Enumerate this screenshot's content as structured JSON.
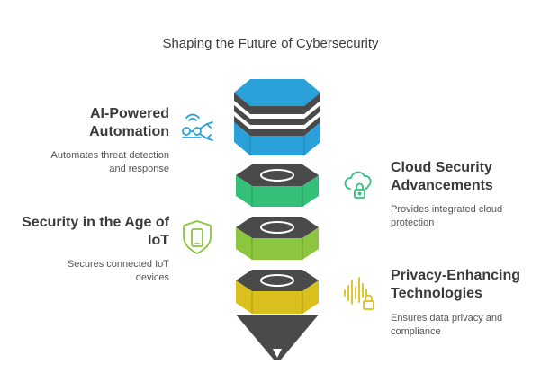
{
  "title": "Shaping the Future of Cybersecurity",
  "items": [
    {
      "heading_line1": "AI-Powered",
      "heading_line2": "Automation",
      "desc_line1": "Automates threat detection",
      "desc_line2": "and response",
      "icon": "robot-arm-icon",
      "color": "#2aa1d8"
    },
    {
      "heading_line1": "Cloud Security",
      "heading_line2": "Advancements",
      "desc_line1": "Provides integrated cloud",
      "desc_line2": "protection",
      "icon": "cloud-lock-icon",
      "color": "#35c07a"
    },
    {
      "heading_line1": "Security in the Age of",
      "heading_line2": "IoT",
      "desc_line1": "Secures connected IoT",
      "desc_line2": "devices",
      "icon": "smartphone-shield-icon",
      "color": "#8cc63f"
    },
    {
      "heading_line1": "Privacy-Enhancing",
      "heading_line2": "Technologies",
      "desc_line1": "Ensures data privacy and",
      "desc_line2": "compliance",
      "icon": "soundwave-lock-icon",
      "color": "#d9c01c"
    }
  ],
  "colors": {
    "blue": "#2aa1d8",
    "green": "#35c07a",
    "lime": "#8cc63f",
    "yellow": "#d9c01c",
    "dark": "#555555"
  }
}
